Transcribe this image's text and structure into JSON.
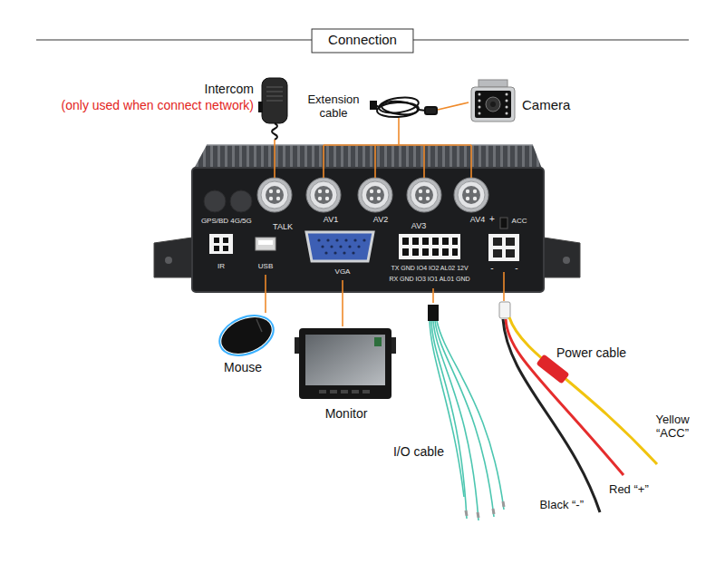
{
  "diagram": {
    "title": "Connection",
    "labels": [
      "Intercom",
      "(only used when connect network)",
      "Extension cable",
      "Camera",
      "TALK",
      "AV1",
      "AV2",
      "AV3",
      "AV4",
      "GPS/BD",
      "4G/5G",
      "IR",
      "USB",
      "VGA",
      "TX GND IO4 IO2 AL02 12V",
      "RX GND IO3 IO1 AL01 GND",
      "+",
      "ACC",
      "-",
      "-",
      "Mouse",
      "Monitor",
      "I/O cable",
      "Power cable",
      "Yellow “ACC”",
      "Red “+”",
      "Black “-”"
    ]
  }
}
